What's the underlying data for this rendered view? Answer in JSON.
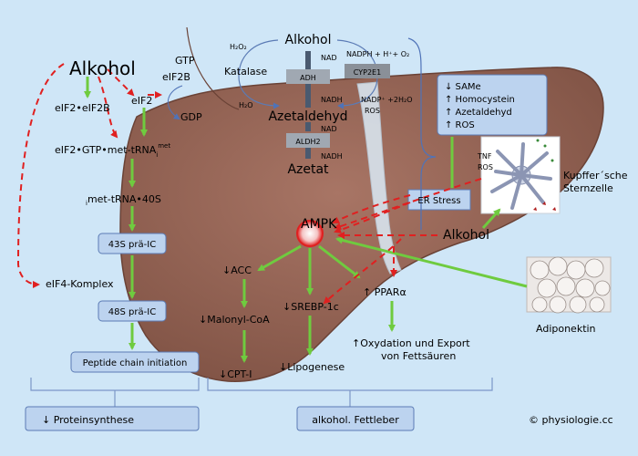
{
  "left": {
    "alkohol": "Alkohol",
    "eif2_eif2b": "eIF2•eIF2B",
    "eif2": "eIF2",
    "gtp": "GTP",
    "eif2b": "eIF2B",
    "gdp": "GDP",
    "ternary_main": "eIF2•GTP•met-tRNA",
    "ternary_sub": "i",
    "ternary_sup": "met",
    "met40s_pre": "i",
    "met40s_main": "met-tRNA•40S",
    "box_43s": "43S prä-IC",
    "eif4": "eIF4-Komplex",
    "box_48s": "48S prä-IC",
    "box_peptide": "Peptide chain initiation"
  },
  "metabolism": {
    "alkohol": "Alkohol",
    "nad": "NAD",
    "adh": "ADH",
    "nadh": "NADH",
    "azetaldehyd": "Azetaldehyd",
    "nad2": "NAD",
    "aldh2": "ALDH2",
    "nadh2": "NADH",
    "azetat": "Azetat",
    "h2o2": "H₂O₂",
    "katalase": "Katalase",
    "h2o": "H₂O",
    "nadph": "NADPH + H⁺+ O₂",
    "cyp2e1": "CYP2E1",
    "nadp": "NADP⁺ +2H₂O",
    "ros": "ROS"
  },
  "markers": {
    "lines": [
      "↓ SAMe",
      "↑ Homocystein",
      "↑ Azetaldehyd",
      "↑ ROS"
    ]
  },
  "kupffer": {
    "tnf": "TNF",
    "ros": "ROS",
    "label_line1": "Kupffer´sche",
    "label_line2": "Sternzelle"
  },
  "center": {
    "er_stress": "ER Stress",
    "ampk": "AMPK",
    "alkohol_right": "Alkohol",
    "acc": "↓ACC",
    "malonyl": "↓Malonyl-CoA",
    "cpt": "↓CPT-I",
    "srebp": "↓SREBP-1c",
    "lipogenese": "↓Lipogenese",
    "ppar": "↑ PPARα",
    "oxid_line1": "↑Oxydation und Export",
    "oxid_line2": "von Fettsäuren",
    "adiponektin": "Adiponektin"
  },
  "bottom": {
    "protein": "↓  Proteinsynthese",
    "fettleber": "alkohol. Fettleber",
    "copyright": "© physiologie.cc"
  },
  "colors": {
    "background": "#cfe6f7",
    "liver": "#9b6b5a",
    "activation_arrow": "#6fcb3f",
    "inhibition_arrow": "#e02020",
    "box_fill": "#bcd3ef"
  }
}
